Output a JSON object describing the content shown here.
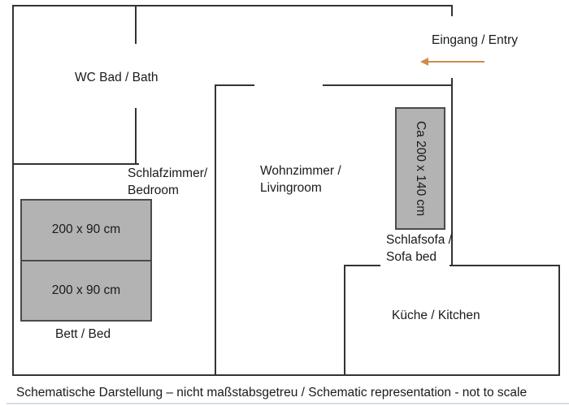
{
  "rooms": {
    "bath": {
      "label": "WC Bad /  Bath"
    },
    "bedroom": {
      "label_line1": "Schlafzimmer/",
      "label_line2": "Bedroom"
    },
    "livingroom": {
      "label_line1": "Wohnzimmer /",
      "label_line2": "Livingroom"
    },
    "kitchen": {
      "label": "Küche / Kitchen"
    }
  },
  "entry": {
    "label": "Eingang / Entry",
    "arrow_icon": "left-arrow-icon",
    "arrow_color": "#ce8b4b"
  },
  "furniture": {
    "bed": {
      "label": "Bett / Bed",
      "size_top": "200 x 90 cm",
      "size_bottom": "200 x 90 cm",
      "fill_color": "#b3b3b3"
    },
    "sofa": {
      "label_line1": "Schlafsofa /",
      "label_line2": "Sofa bed",
      "size": "Ca 200 x 140 cm",
      "fill_color": "#b3b3b3"
    }
  },
  "caption": "Schematische Darstellung – nicht maßstabsgetreu / Schematic representation - not to scale",
  "colors": {
    "wall": "#333333",
    "text": "#1a1a1a",
    "furniture_border": "#4a4a4a"
  }
}
